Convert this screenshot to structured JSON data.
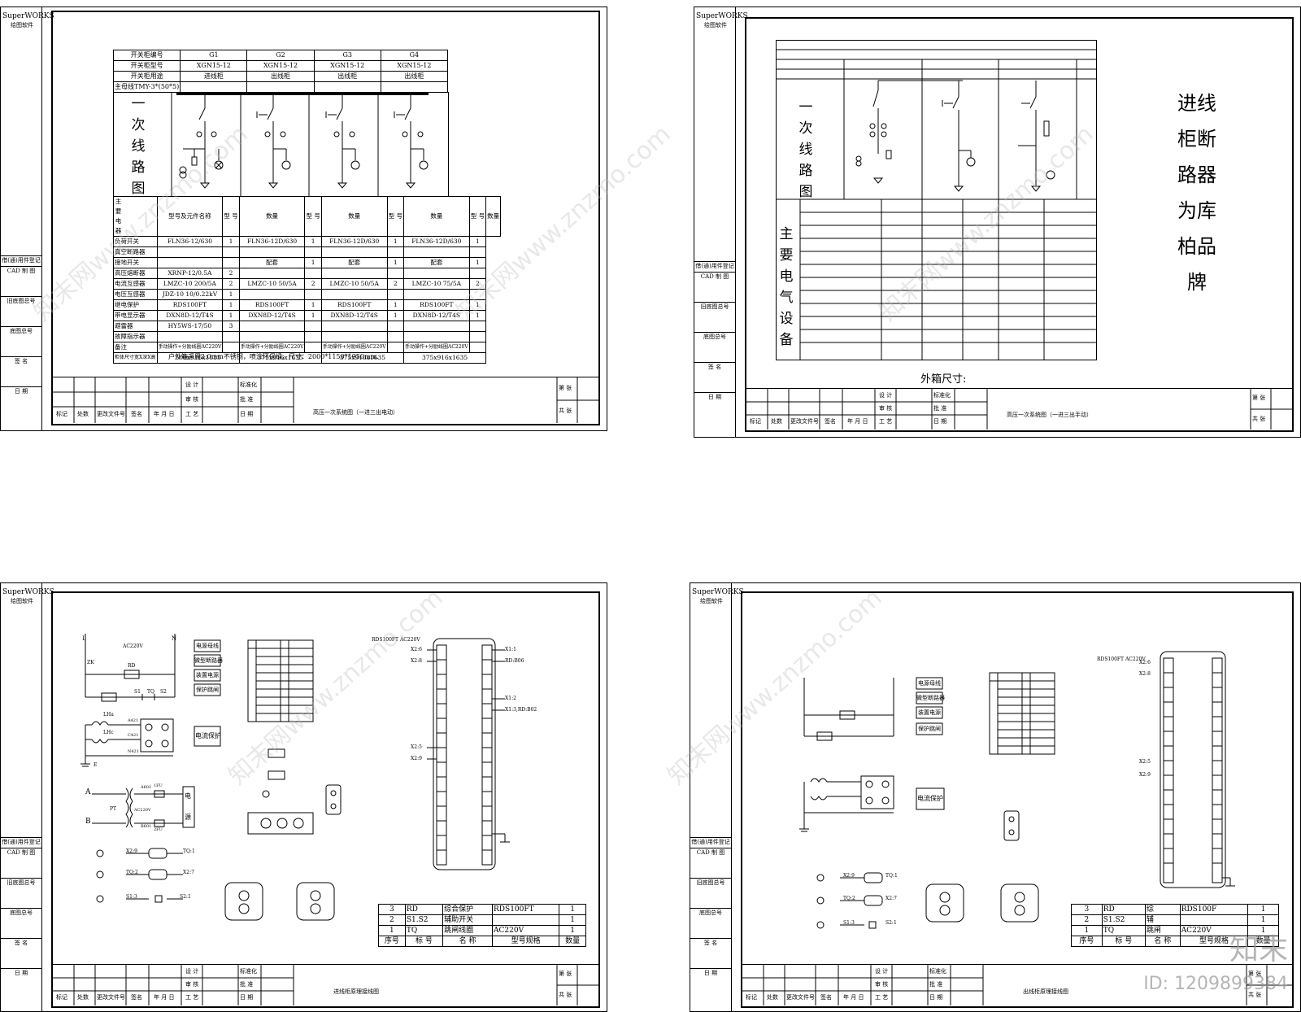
{
  "brand": {
    "name": "SuperWORKS",
    "sub": "绘图软件"
  },
  "left_strip": [
    "借(通)用件登记",
    "CAD 制 图",
    "旧底图总号",
    "底图总号",
    "签 名",
    "日 期"
  ],
  "title_block": {
    "row1": [
      "设 计",
      "标准化"
    ],
    "row2": [
      "审 核",
      "批 准"
    ],
    "row3": [
      "标记",
      "处数",
      "更改文件号",
      "签名",
      "年 月 日",
      "工 艺",
      "日 期"
    ],
    "sheet": "第  张",
    "total": "共  张"
  },
  "sheet1": {
    "title": "高压一次系统图（一进三出电动）",
    "header_labels": [
      "开关柜编号",
      "开关柜型号",
      "开关柜用途",
      "主母线TMY-3*(50*5)"
    ],
    "cabinets": [
      {
        "no": "G1",
        "model": "XGN15-12",
        "use": "进线柜"
      },
      {
        "no": "G2",
        "model": "XGN15-12",
        "use": "出线柜"
      },
      {
        "no": "G3",
        "model": "XGN15-12",
        "use": "出线柜"
      },
      {
        "no": "G4",
        "model": "XGN15-12",
        "use": "出线柜"
      }
    ],
    "diagram_label": "一次线路图",
    "side_label": "主要电器",
    "col_head": {
      "item": "型号及元件名称",
      "model": "型    号",
      "qty": "数量"
    },
    "rows": [
      {
        "name": "负荷开关",
        "cells": [
          "FLN36-12/630",
          "1",
          "FLN36-12D/630",
          "1",
          "FLN36-12D/630",
          "1",
          "FLN36-12D/630",
          "1"
        ]
      },
      {
        "name": "真空断路器",
        "cells": [
          "",
          "",
          "",
          "",
          "",
          "",
          "",
          ""
        ]
      },
      {
        "name": "接地开关",
        "cells": [
          "",
          "",
          "配套",
          "1",
          "配套",
          "1",
          "配套",
          "1"
        ]
      },
      {
        "name": "高压熔断器",
        "cells": [
          "XRNP-12/0.5A",
          "2",
          "",
          "",
          "",
          "",
          "",
          ""
        ]
      },
      {
        "name": "电流互感器",
        "cells": [
          "LMZC-10 200/5A",
          "2",
          "LMZC-10 50/5A",
          "2",
          "LMZC-10 50/5A",
          "2",
          "LMZC-10 75/5A",
          "2"
        ]
      },
      {
        "name": "电压互感器",
        "cells": [
          "JDZ-10 10/0.22kV",
          "1",
          "",
          "",
          "",
          "",
          "",
          ""
        ]
      },
      {
        "name": "继电保护",
        "cells": [
          "RDS100FT",
          "1",
          "RDS100FT",
          "1",
          "RDS100FT",
          "1",
          "RDS100FT",
          "1"
        ]
      },
      {
        "name": "带电显示器",
        "cells": [
          "DXN8D-12/T4S",
          "1",
          "DXN8D-12/T4S",
          "1",
          "DXN8D-12/T4S",
          "1",
          "DXN8D-12/T4S",
          "1"
        ]
      },
      {
        "name": "避雷器",
        "cells": [
          "HY5WS-17/50",
          "3",
          "",
          "",
          "",
          "",
          "",
          ""
        ]
      },
      {
        "name": "故障指示器",
        "cells": [
          "",
          "",
          "",
          "",
          "",
          "",
          "",
          ""
        ]
      },
      {
        "name": "备注",
        "cells": [
          "手动操作+分励线圈AC220V",
          "",
          "手动操作+分励线圈AC220V",
          "",
          "手动操作+分励线圈AC220V",
          "",
          "手动操作+分励线圈AC220V",
          ""
        ]
      }
    ],
    "size_label": "柜体尺寸宽X深X高",
    "sizes": [
      "500x916x1635",
      "375x916x1635",
      "375x916x1635",
      "375x916x1635"
    ],
    "note": "户外箱采用2.0mm不锈钢，喷涂环保绿。尺寸：2000*1150*1950mm."
  },
  "sheet2": {
    "title": "高压一次系统图（一进三出手动）",
    "diagram_label": "一次线路图",
    "equip_label": "主要电气设备",
    "side_title": "进线柜断路器为库柏品牌",
    "outer_size": "外箱尺寸:"
  },
  "sheet3": {
    "title": "进线柜原理接线图",
    "labels": {
      "L": "L",
      "N": "N",
      "ac": "AC220V",
      "zk": "ZK",
      "rd": "RD",
      "s1": "S1",
      "s2": "S2",
      "tq": "TQ",
      "lha": "LHa",
      "lhc": "LHc",
      "a421": "A421",
      "c421": "C421",
      "n421": "N421",
      "e": "E",
      "a": "A",
      "b": "B",
      "pt": "PT",
      "a601": "A601",
      "b601": "B601",
      "fu1": "1FU",
      "fu2": "2FU",
      "ac2": "AC220V",
      "dian": "电",
      "yuan": "源",
      "x29": "X2:9",
      "tq1": "TQ:1",
      "tq2": "TQ:2",
      "x27": "X2:7",
      "s13": "S1:3",
      "s21": "S2:1",
      "rds": "RDS100FT AC220V",
      "x26": "X2:6",
      "x28": "X2:8",
      "x25": "X2:5",
      "x29b": "X2:9",
      "x11": "X1:1",
      "rdb06": "RD:B06",
      "x12": "X1:2",
      "x13": "X1:3,RD:B02",
      "legend": [
        "电源母线",
        "微型断路器",
        "装置电源",
        "保护跳闸"
      ],
      "cur_prot": "电流保护"
    },
    "bom_head": [
      "序号",
      "标 号",
      "名 称",
      "型号规格",
      "数量"
    ],
    "bom": [
      [
        "3",
        "RD",
        "综合保护",
        "RDS100FT",
        "1"
      ],
      [
        "2",
        "S1.S2",
        "辅助开关",
        "",
        "1"
      ],
      [
        "1",
        "TQ",
        "跳闸线圈",
        "AC220V",
        "1"
      ]
    ]
  },
  "sheet4": {
    "title": "出线柜原理接线图",
    "labels": {
      "rds": "RDS100FT AC220V",
      "x26": "X2:6",
      "x28": "X2:8",
      "x25": "X2:5",
      "x29": "X2:9",
      "legend": [
        "电源母线",
        "微型断路器",
        "装置电源",
        "保护跳闸"
      ],
      "cur_prot": "电流保护",
      "tq1": "TQ:1",
      "tq2": "TQ:2",
      "x27": "X2:7",
      "s13": "S1:3",
      "s21": "S2:1",
      "x29b": "X2:9"
    },
    "bom_head": [
      "序号",
      "标 号",
      "名 称",
      "型号规格",
      "数量"
    ],
    "bom": [
      [
        "3",
        "RD",
        "综",
        "RDS100F",
        "1"
      ],
      [
        "2",
        "S1.S2",
        "辅",
        "",
        "1"
      ],
      [
        "1",
        "TQ",
        "跳闸",
        "AC220V",
        "1"
      ]
    ]
  },
  "watermark": "知末网www.znzmo.com",
  "logo": "知末",
  "id_text": "ID: 1209899384"
}
